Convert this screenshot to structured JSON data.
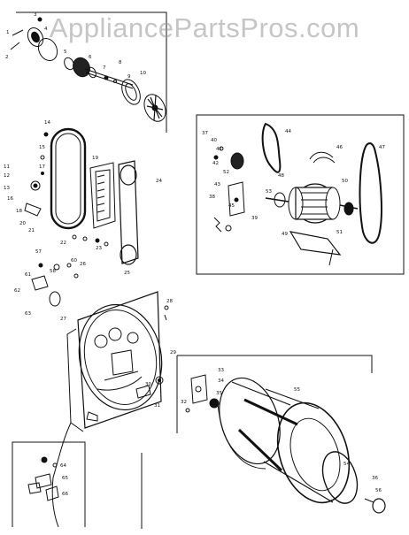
{
  "watermark": "AppliancePartsPros.com",
  "colors": {
    "ink": "#111111",
    "paper": "#ffffff",
    "watermark": "#969696"
  },
  "callouts": {
    "c1": "1",
    "c2": "2",
    "c3": "3",
    "c4": "4",
    "c5": "5",
    "c6": "6",
    "c7": "7",
    "c8": "8",
    "c9": "9",
    "c10": "10",
    "c11": "11",
    "c12": "12",
    "c13": "13",
    "c14": "14",
    "c15": "15",
    "c16": "16",
    "c17": "17",
    "c18": "18",
    "c19": "19",
    "c20": "20",
    "c21": "21",
    "c22": "22",
    "c23": "23",
    "c24": "24",
    "c25": "25",
    "c26": "26",
    "c27": "27",
    "c28": "28",
    "c29": "29",
    "c30": "30",
    "c31": "31",
    "c32": "32",
    "c33": "33",
    "c34": "34",
    "c35": "35",
    "c36": "36",
    "c37": "37",
    "c38": "38",
    "c39": "39",
    "c40": "40",
    "c41": "41",
    "c42": "42",
    "c43": "43",
    "c44": "44",
    "c45": "45",
    "c46": "46",
    "c47": "47",
    "c48": "48",
    "c49": "49",
    "c50": "50",
    "c51": "51",
    "c52": "52",
    "c53": "53",
    "c54": "54",
    "c55": "55",
    "c56": "56",
    "c57": "57",
    "c58": "58",
    "c60": "60",
    "c61": "61",
    "c62": "62",
    "c63": "63",
    "c64": "64",
    "c65": "65",
    "c66": "66"
  }
}
